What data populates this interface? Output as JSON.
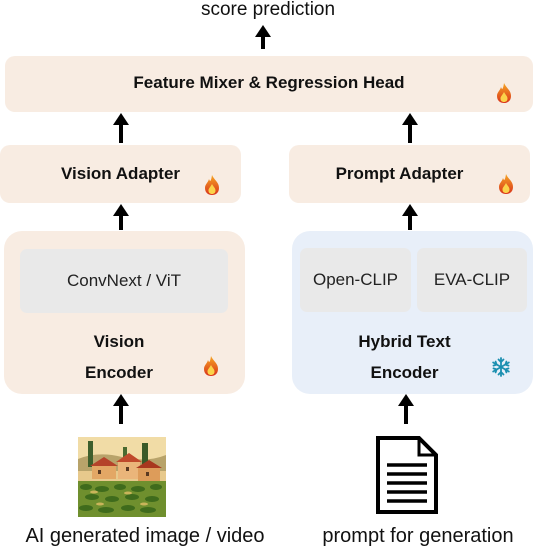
{
  "top_caption": "score prediction",
  "head": {
    "label": "Feature Mixer & Regression Head",
    "icon": "fire-icon"
  },
  "vision_adapter": {
    "label": "Vision Adapter",
    "icon": "fire-icon"
  },
  "prompt_adapter": {
    "label": "Prompt Adapter",
    "icon": "fire-icon"
  },
  "vision_encoder": {
    "backbone": "ConvNext / ViT",
    "label_line1": "Vision",
    "label_line2": "Encoder",
    "icon": "fire-icon"
  },
  "text_encoder": {
    "backbone_left": "Open-CLIP",
    "backbone_right": "EVA-CLIP",
    "label_line1": "Hybrid Text",
    "label_line2": "Encoder",
    "icon": "snowflake-icon"
  },
  "inputs": {
    "image_caption": "AI generated image / video",
    "prompt_caption": "prompt for generation",
    "image_icon": "village-image",
    "prompt_icon": "document-icon"
  },
  "colors": {
    "trainable_box": "#f8ece2",
    "frozen_box": "#e8eff9",
    "inner_box": "#e9e9e9"
  }
}
